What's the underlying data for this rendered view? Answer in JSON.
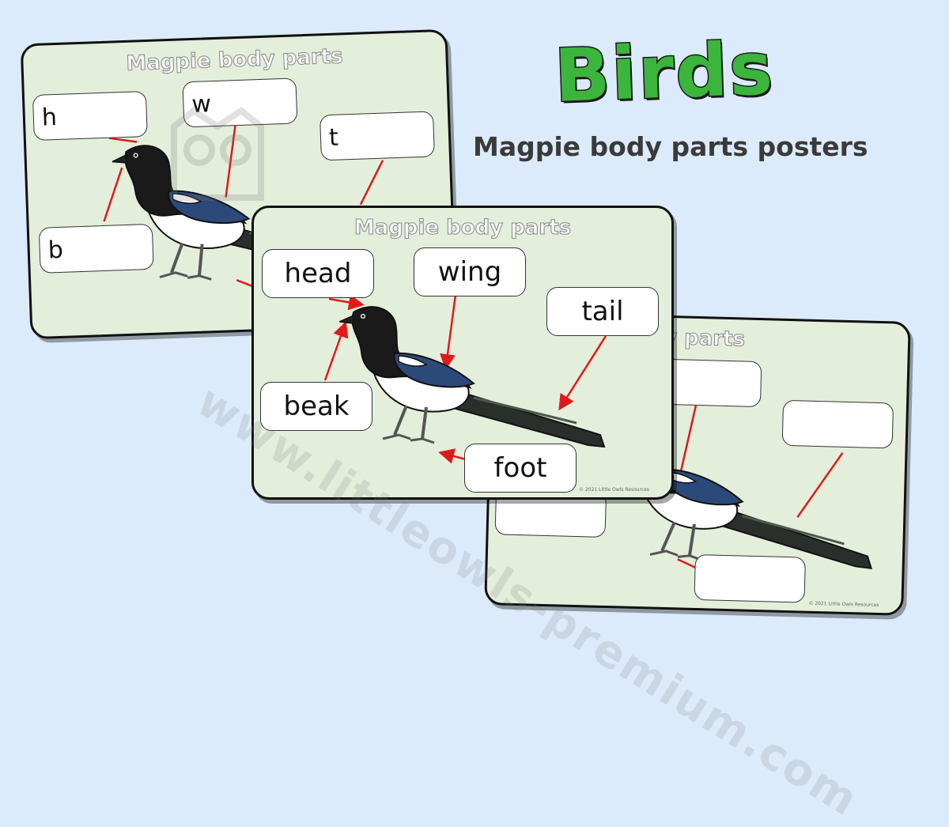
{
  "title": "Birds",
  "subtitle": "Magpie body parts posters",
  "watermark": "www.littleowls-premium.com",
  "colors": {
    "background": "#dcebfb",
    "card": "#e3eedb",
    "title_green": "#3cb53c",
    "arrow_red": "#e01a1a"
  },
  "cards": {
    "back_left": {
      "heading": "Magpie body parts",
      "labels": {
        "head": "h",
        "wing": "w",
        "tail": "t",
        "beak": "b"
      }
    },
    "front": {
      "heading": "Magpie body parts",
      "labels": {
        "head": "head",
        "wing": "wing",
        "tail": "tail",
        "beak": "beak",
        "foot": "foot"
      },
      "copyright": "© 2021 Little Owls Resources"
    },
    "back_right": {
      "heading": "body parts",
      "copyright": "© 2021 Little Owls Resources"
    }
  }
}
